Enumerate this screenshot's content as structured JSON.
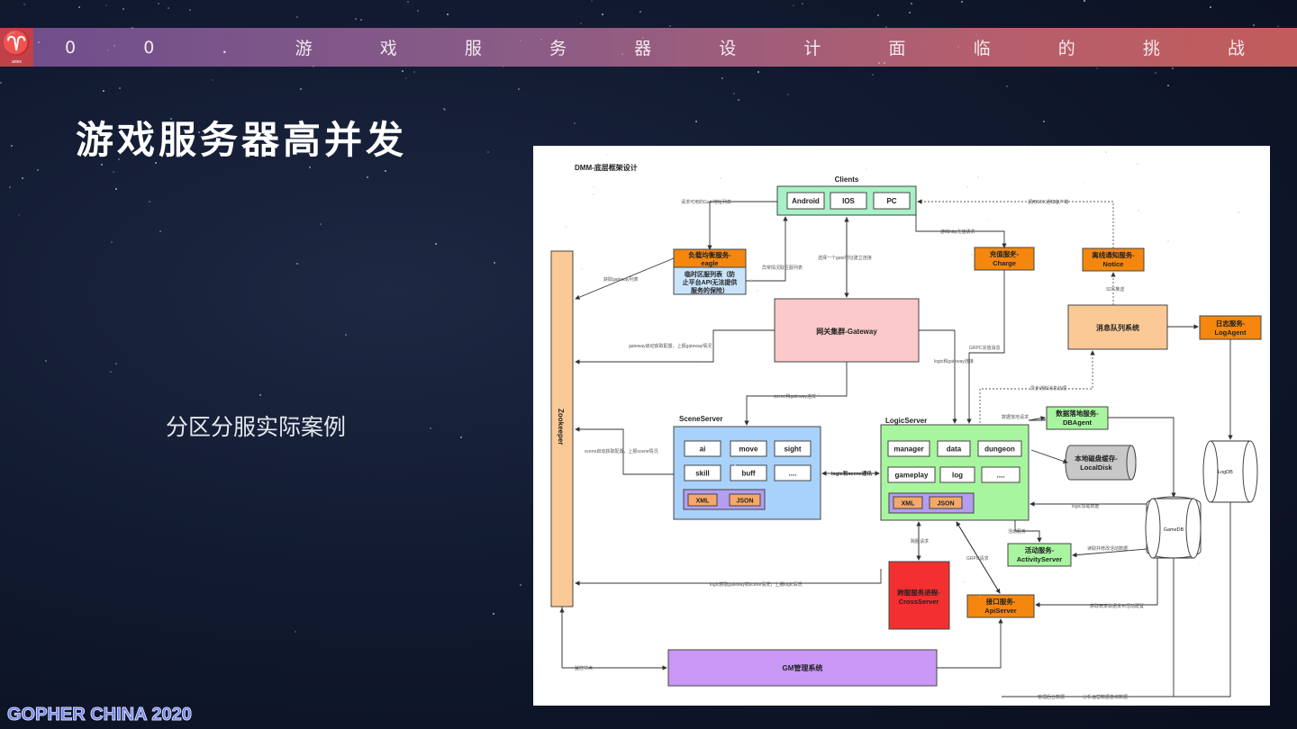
{
  "header": {
    "logo_glyph": "♈",
    "logo_caption": "aries",
    "title_chars": [
      "0",
      "0",
      ".",
      "游",
      "戏",
      "服",
      "务",
      "器",
      "设",
      "计",
      "面",
      "临",
      "的",
      "挑",
      "战"
    ]
  },
  "slide": {
    "heading": "游戏服务器高并发",
    "subheading": "分区分服实际案例",
    "footer": "GOPHER CHINA 2020"
  },
  "diagram": {
    "title": "DMM-底层框架设计",
    "clients_title": "Clients",
    "clients": [
      "Android",
      "IOS",
      "PC"
    ],
    "lb_title": "负载均衡服务-",
    "lb_sub": "eagle",
    "lb_note": [
      "临时区服列表（防",
      "止平台API无法提供",
      "服务的保险）"
    ],
    "gateway": "网关集群-Gateway",
    "zookeeper": "Zookeeper",
    "charge": [
      "充值服务-",
      "Charge"
    ],
    "notice": [
      "离线通知服务-",
      "Notice"
    ],
    "mq": "消息队列系统",
    "log_agent": [
      "日志服务-",
      "LogAgent"
    ],
    "db_agent": [
      "数据落地服务-",
      "DBAgent"
    ],
    "local_disk": [
      "本地磁盘缓存-",
      "LocalDisk"
    ],
    "scene_title": "SceneServer",
    "scene_modules": [
      "ai",
      "move",
      "sight",
      "skill",
      "buff",
      "...."
    ],
    "logic_title": "LogicServer",
    "logic_modules": [
      "manager",
      "data",
      "dungeon",
      "gameplay",
      "log",
      "...."
    ],
    "config": [
      "XML",
      "JSON"
    ],
    "logic_scene_link": "logic和scene通讯",
    "cross": [
      "跨服服务进程-",
      "CrossServer"
    ],
    "activity": [
      "活动服务-",
      "ActivityServer"
    ],
    "api": [
      "接口服务-",
      "ApiServer"
    ],
    "gm": "GM管理系统",
    "gamedb": "GameDB",
    "logdb": "LogDB",
    "edges": {
      "req_gate": "请求可用的Gate地址列表",
      "get_gw": "获取gateway列表",
      "sync_list": "异常情况取区服列表",
      "choose_gate": "选择一个gate地址建立连接",
      "sdk_push": "调用SDK通知客户端",
      "http_pay": "游戏http充值请求",
      "sdk_notice": "SDK推送",
      "gw_reg": "gateway启动获取配置，上报gateway情况",
      "grpc_pay": "GRPC充值消息",
      "logic_gw": "logic和gateway连接",
      "async": "异步通知消息处理",
      "scene_gw": "scene和gateway连接",
      "data_land": "数据落地请求",
      "scene_reg": "scene启动获取配置，上报scene情况",
      "logic_db": "logic加载数据",
      "cross_req": "跨服请求",
      "act_req": "活动服务",
      "act_data": "读取并修改活动数据",
      "grpc_req": "GRPC请求",
      "logic_reg": "logic获取gateway和scene情况，上报logic情况",
      "api_data": "获取玩家数据发布活动配置",
      "zk_node": "监控节点",
      "gm_data": "管理后台数据",
      "gm_log": "分析运营数据查询数据"
    }
  }
}
